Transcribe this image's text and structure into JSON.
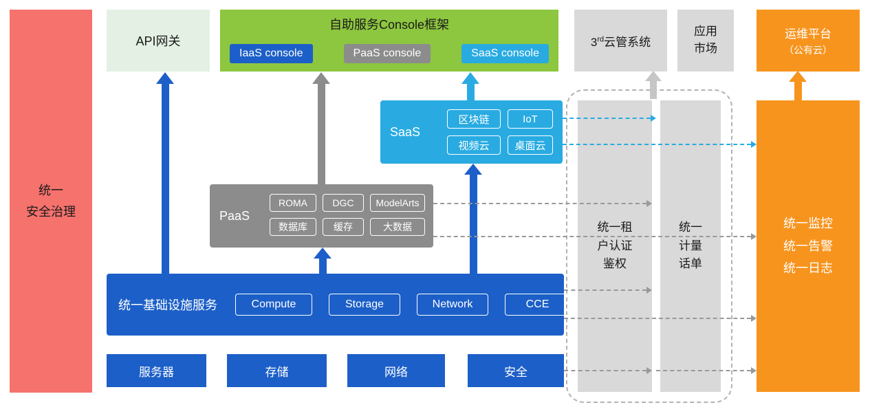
{
  "security_panel": {
    "label": "统一\n安全治理"
  },
  "api_gateway": {
    "label": "API网关"
  },
  "console": {
    "title": "自助服务Console框架",
    "iaas": "IaaS console",
    "paas": "PaaS console",
    "saas": "SaaS console"
  },
  "third_cloud": {
    "num": "3",
    "sup": "rd",
    "rest": "云管系统"
  },
  "app_market": {
    "label": "应用\n市场"
  },
  "om_platform": {
    "line1": "运维平台",
    "line2": "（公有云）"
  },
  "saas": {
    "label": "SaaS",
    "items": [
      "区块链",
      "IoT",
      "视频云",
      "桌面云"
    ]
  },
  "paas": {
    "label": "PaaS",
    "items": [
      "ROMA",
      "DGC",
      "ModelArts",
      "数据库",
      "缓存",
      "大数据"
    ]
  },
  "infra": {
    "label": "统一基础设施服务",
    "items": [
      "Compute",
      "Storage",
      "Network",
      "CCE"
    ]
  },
  "hardware": [
    "服务器",
    "存储",
    "网络",
    "安全"
  ],
  "auth": {
    "label": "统一租\n户认证\n鉴权"
  },
  "metering": {
    "label": "统一\n计量\n话单"
  },
  "monitor": {
    "label": "统一监控\n统一告警\n统一日志"
  },
  "colors": {
    "red": "#F5726D",
    "light_green": "#E3F0E3",
    "green": "#8DC63F",
    "blue": "#1C5FC8",
    "gray": "#8C8C8C",
    "cyan": "#29ABE2",
    "light_gray": "#D9D9D9",
    "orange": "#F7941E"
  }
}
